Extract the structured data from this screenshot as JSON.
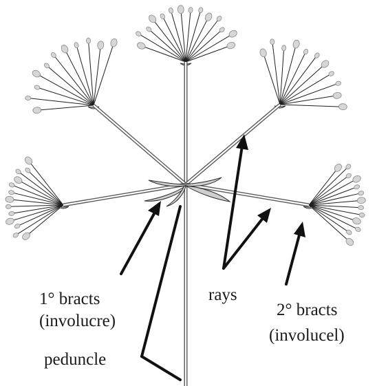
{
  "labels": {
    "primary_bracts_line1": "1° bracts",
    "primary_bracts_line2": "(involucre)",
    "rays": "rays",
    "secondary_bracts_line1": "2° bracts",
    "secondary_bracts_line2": "(involucel)",
    "peduncle": "peduncle"
  },
  "icons": [
    "umbel-icon",
    "bract-icon",
    "arrow-icon"
  ],
  "colors": {
    "stroke": "#1f1f1f",
    "flower_fill": "#d6d6d6",
    "bract_fill": "#cfcfcf",
    "background": "#ffffff"
  }
}
